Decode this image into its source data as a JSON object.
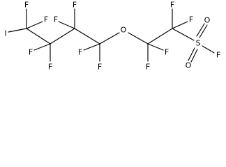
{
  "molecule": {
    "atoms": {
      "iodine": "I",
      "oxygen_ether": "O",
      "sulfur": "S",
      "oxygen_sulfonyl": "O",
      "fluorine": "F"
    },
    "colors": {
      "bond": "#000000",
      "label": "#000000",
      "background": "#ffffff"
    }
  }
}
